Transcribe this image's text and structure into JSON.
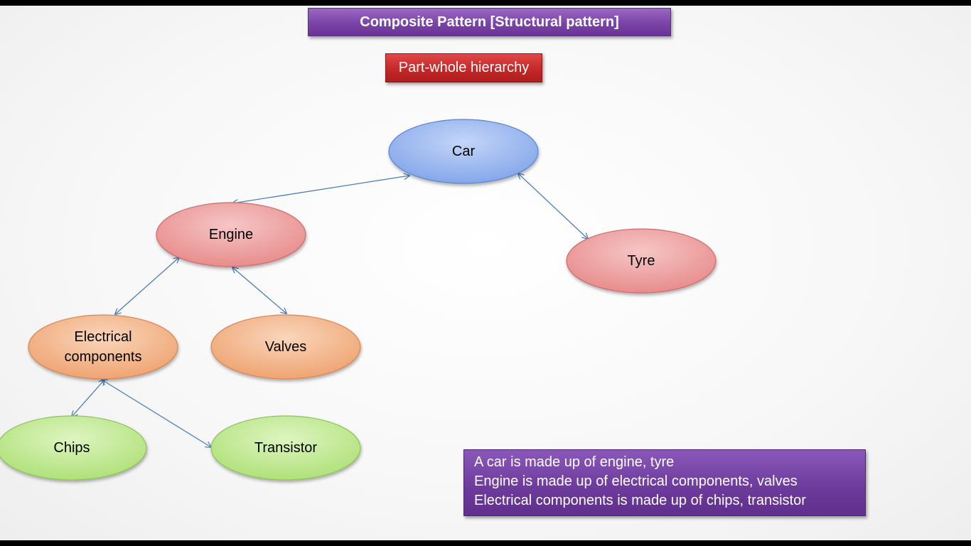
{
  "title": "Composite Pattern [Structural pattern]",
  "subtitle": "Part-whole hierarchy",
  "nodes": {
    "car": "Car",
    "engine": "Engine",
    "tyre": "Tyre",
    "electrical_line1": "Electrical",
    "electrical_line2": "components",
    "valves": "Valves",
    "chips": "Chips",
    "transistor": "Transistor"
  },
  "notes": [
    "A car is made up of engine, tyre",
    "Engine is made up of electrical components, valves",
    "Electrical components is made up of chips, transistor"
  ],
  "colors": {
    "blue_node": "#8fb0ee",
    "red_node": "#ec9a9a",
    "orange_node": "#f2b488",
    "green_node": "#bfe98e",
    "connector": "#4a7fb8",
    "title_fill": "#7a44a8",
    "subtitle_fill": "#c42828",
    "note_fill": "#6c3a9a"
  }
}
